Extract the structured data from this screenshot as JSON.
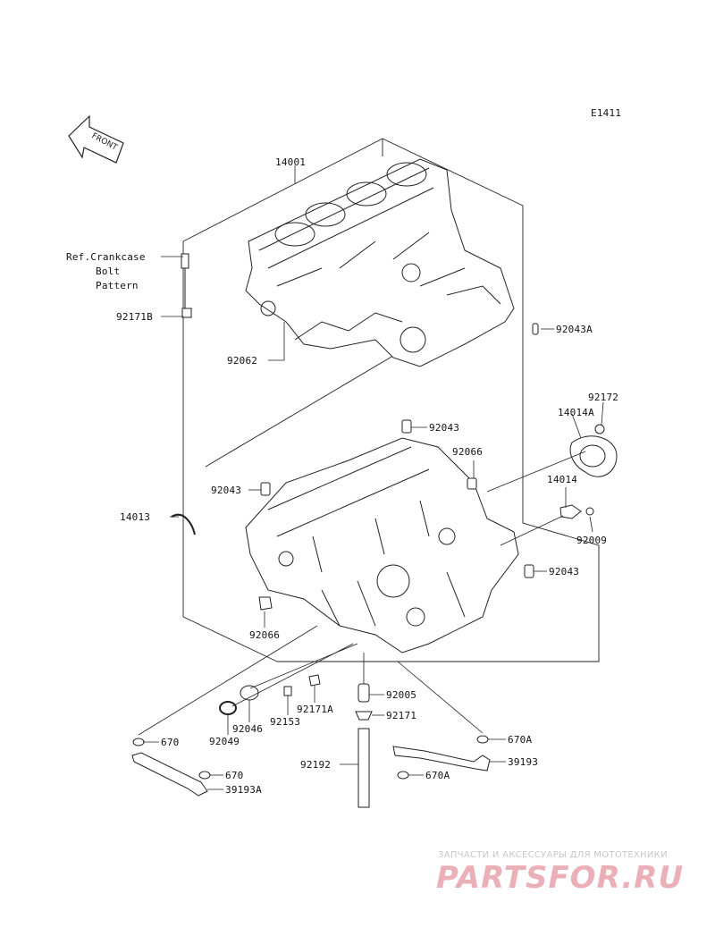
{
  "diagram": {
    "code": "E1411",
    "front_label": "FRONT",
    "ref_note": [
      "Ref.Crankcase",
      "Bolt",
      "Pattern"
    ],
    "parts": {
      "p14001": "14001",
      "p92171B": "92171B",
      "p92062": "92062",
      "p92043A": "92043A",
      "p92172": "92172",
      "p14014A": "14014A",
      "p92043a": "92043",
      "p92066a": "92066",
      "p92043b": "92043",
      "p14013": "14013",
      "p14014": "14014",
      "p92009": "92009",
      "p92043c": "92043",
      "p92066b": "92066",
      "p92005": "92005",
      "p92171": "92171",
      "p92046": "92046",
      "p92153": "92153",
      "p92171A": "92171A",
      "p92049": "92049",
      "p670a": "670",
      "p670A_a": "670A",
      "p39193": "39193",
      "p92192": "92192",
      "p670b": "670",
      "p670A_b": "670A",
      "p39193A": "39193A"
    }
  },
  "watermark": {
    "tagline": "ЗАПЧАСТИ И АКСЕССУАРЫ ДЛЯ МОТОТЕХНИКИ",
    "brand": "PARTSFOR.RU"
  }
}
